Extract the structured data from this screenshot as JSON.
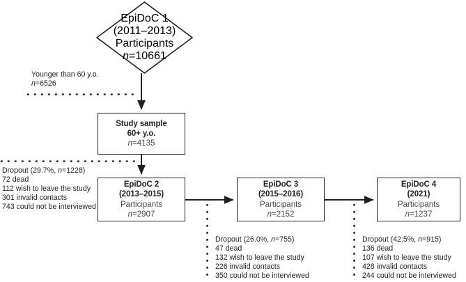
{
  "figure": {
    "type": "flowchart",
    "subject": "EpiDoC cohort study participant flow"
  },
  "nodes": {
    "epidoc1": {
      "shape": "diamond",
      "title": "EpiDoC 1",
      "period": "(2011–2013)",
      "label": "Participants",
      "count": "n=10661",
      "count_prefix": "n",
      "count_value": "=10661"
    },
    "study_sample": {
      "shape": "rectangle",
      "title": "Study sample",
      "period": "60+ y.o.",
      "count_prefix": "n",
      "count_value": "=4135"
    },
    "epidoc2": {
      "shape": "rectangle",
      "title": "EpiDoC 2",
      "period": "(2013–2015)",
      "label": "Participants",
      "count_prefix": "n",
      "count_value": "=2907"
    },
    "epidoc3": {
      "shape": "rectangle",
      "title": "EpiDoC 3",
      "period": "(2015–2016)",
      "label": "Participants",
      "count_prefix": "n",
      "count_value": "=2152"
    },
    "epidoc4": {
      "shape": "rectangle",
      "title": "EpiDoC 4",
      "period": "(2021)",
      "label": "Participants",
      "count_prefix": "n",
      "count_value": "=1237"
    }
  },
  "annotations": {
    "exclusion_age": {
      "line1": "Younger than 60 y.o.",
      "line2_prefix": "n",
      "line2_value": "=6526"
    },
    "dropout_epidoc2": {
      "header_before": "Dropout (29.7%, ",
      "header_italic": "n",
      "header_after": "=1228)",
      "lines": [
        "72 dead",
        "112 wish to leave the study",
        "301 invalid contacts",
        "743 could not be interviewed"
      ]
    },
    "dropout_epidoc3": {
      "header_before": "Dropout (26.0%, ",
      "header_italic": "n",
      "header_after": "=755)",
      "lines": [
        "47 dead",
        "132 wish to leave the study",
        "226 invalid contacts",
        "350 could not be interviewed"
      ]
    },
    "dropout_epidoc4": {
      "header_before": "Dropout (42.5%, ",
      "header_italic": "n",
      "header_after": "=915)",
      "lines": [
        "136 dead",
        "107 wish to leave the study",
        "428 invalid contacts",
        "244 could not be interviewed"
      ]
    }
  },
  "colors": {
    "stroke": "#231f20",
    "title_text": "#231f20",
    "sub_text": "#4a4a4a",
    "background": "#ffffff"
  }
}
